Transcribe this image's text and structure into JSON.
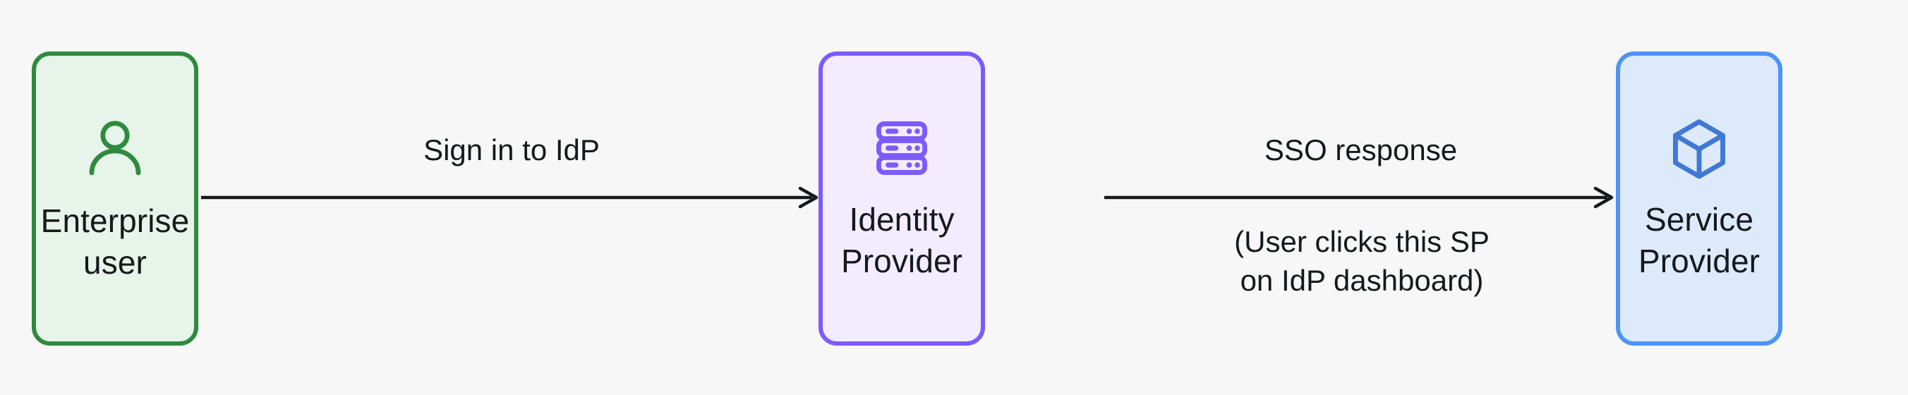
{
  "diagram": {
    "background_color": "#f6f7f6",
    "text_color": "#15191c",
    "nodes": [
      {
        "id": "enterprise-user",
        "label": "Enterprise\nuser",
        "icon": "person-icon",
        "border_color": "#2f8a3f",
        "fill_color": "#e7f4e9",
        "icon_color": "#2f8a3f"
      },
      {
        "id": "identity-provider",
        "label": "Identity\nProvider",
        "icon": "server-rack-icon",
        "border_color": "#7b5cfa",
        "fill_color": "#f3ecfe",
        "icon_color": "#7b5cfa"
      },
      {
        "id": "service-provider",
        "label": "Service\nProvider",
        "icon": "cube-icon",
        "border_color": "#4d94f5",
        "fill_color": "#dceafc",
        "icon_color": "#4078d4"
      }
    ],
    "edges": [
      {
        "id": "user-to-idp",
        "from": "enterprise-user",
        "to": "identity-provider",
        "label": "Sign in to IdP",
        "sublabel": "",
        "color": "#15191c",
        "direction": "right"
      },
      {
        "id": "idp-to-sp",
        "from": "identity-provider",
        "to": "service-provider",
        "label": "SSO response",
        "sublabel": "(User clicks this SP\non IdP dashboard)",
        "color": "#15191c",
        "direction": "right"
      }
    ]
  }
}
